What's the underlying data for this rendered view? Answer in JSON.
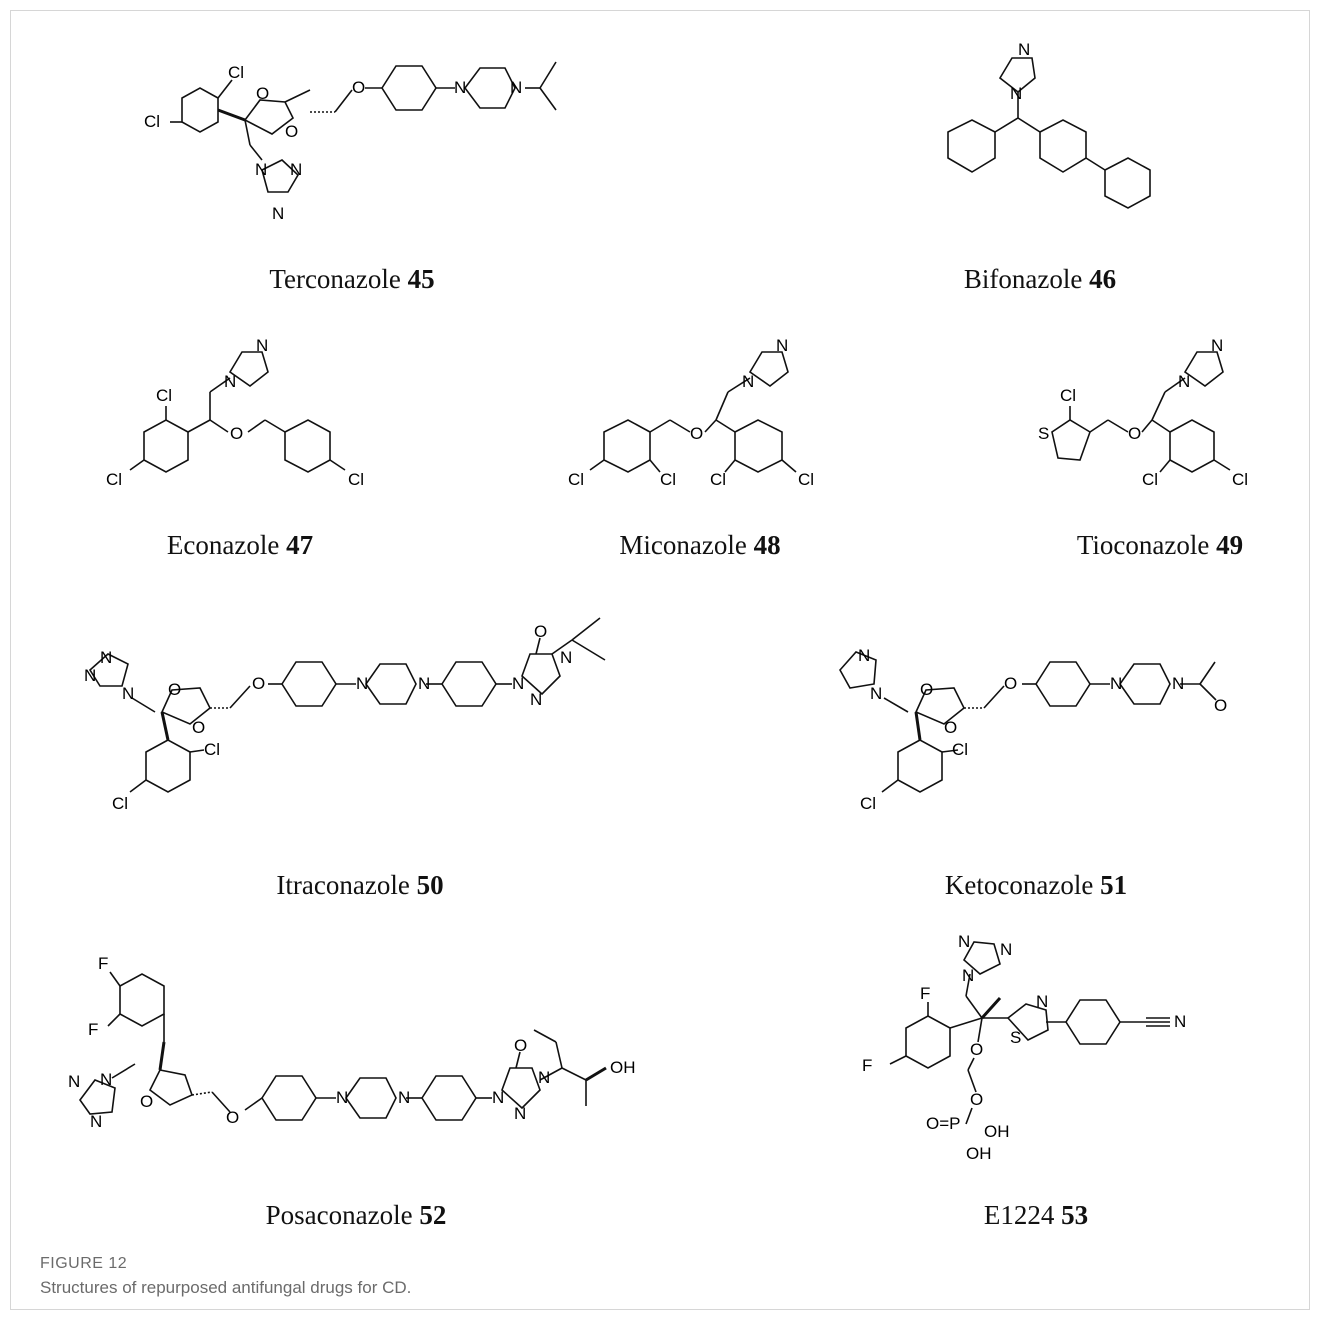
{
  "figure": {
    "label": "FIGURE 12",
    "caption": "Structures of repurposed antifungal drugs for CD."
  },
  "compounds": [
    {
      "name": "Terconazole",
      "number": "45",
      "atoms": [
        "Cl",
        "Cl",
        "O",
        "O",
        "O",
        "N",
        "N",
        "N",
        "N",
        "N"
      ]
    },
    {
      "name": "Bifonazole",
      "number": "46",
      "atoms": [
        "N",
        "N"
      ]
    },
    {
      "name": "Econazole",
      "number": "47",
      "atoms": [
        "N",
        "N",
        "Cl",
        "O",
        "Cl",
        "Cl"
      ]
    },
    {
      "name": "Miconazole",
      "number": "48",
      "atoms": [
        "N",
        "N",
        "O",
        "Cl",
        "Cl",
        "Cl",
        "Cl"
      ]
    },
    {
      "name": "Tioconazole",
      "number": "49",
      "atoms": [
        "N",
        "N",
        "Cl",
        "S",
        "O",
        "Cl",
        "Cl"
      ]
    },
    {
      "name": "Itraconazole",
      "number": "50",
      "atoms": [
        "N",
        "N",
        "N",
        "O",
        "O",
        "O",
        "N",
        "N",
        "N",
        "N",
        "N",
        "O",
        "Cl",
        "Cl"
      ]
    },
    {
      "name": "Ketoconazole",
      "number": "51",
      "atoms": [
        "N",
        "N",
        "O",
        "O",
        "O",
        "N",
        "N",
        "O",
        "Cl",
        "Cl"
      ]
    },
    {
      "name": "Posaconazole",
      "number": "52",
      "atoms": [
        "F",
        "F",
        "N",
        "N",
        "N",
        "O",
        "O",
        "N",
        "N",
        "N",
        "N",
        "N",
        "O",
        "OH"
      ]
    },
    {
      "name": "E1224",
      "number": "53",
      "atoms": [
        "N",
        "N",
        "N",
        "F",
        "F",
        "N",
        "S",
        "N",
        "O",
        "O",
        "O=P",
        "OH",
        "OH"
      ]
    }
  ]
}
